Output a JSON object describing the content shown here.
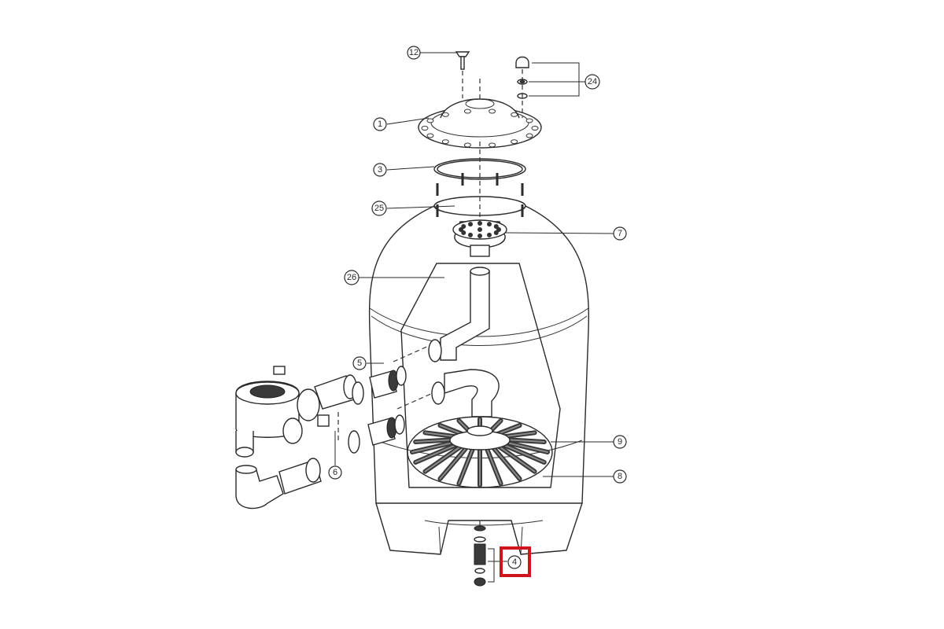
{
  "diagram": {
    "callouts": [
      {
        "id": "c12",
        "label": "12"
      },
      {
        "id": "c24",
        "label": "24"
      },
      {
        "id": "c1",
        "label": "1"
      },
      {
        "id": "c3",
        "label": "3"
      },
      {
        "id": "c25",
        "label": "25"
      },
      {
        "id": "c7",
        "label": "7"
      },
      {
        "id": "c26",
        "label": "26"
      },
      {
        "id": "c5",
        "label": "5"
      },
      {
        "id": "c6",
        "label": "6"
      },
      {
        "id": "c9",
        "label": "9"
      },
      {
        "id": "c8",
        "label": "8"
      },
      {
        "id": "c4",
        "label": "4"
      }
    ],
    "highlight": {
      "target": "4",
      "color": "#d0141c"
    }
  }
}
